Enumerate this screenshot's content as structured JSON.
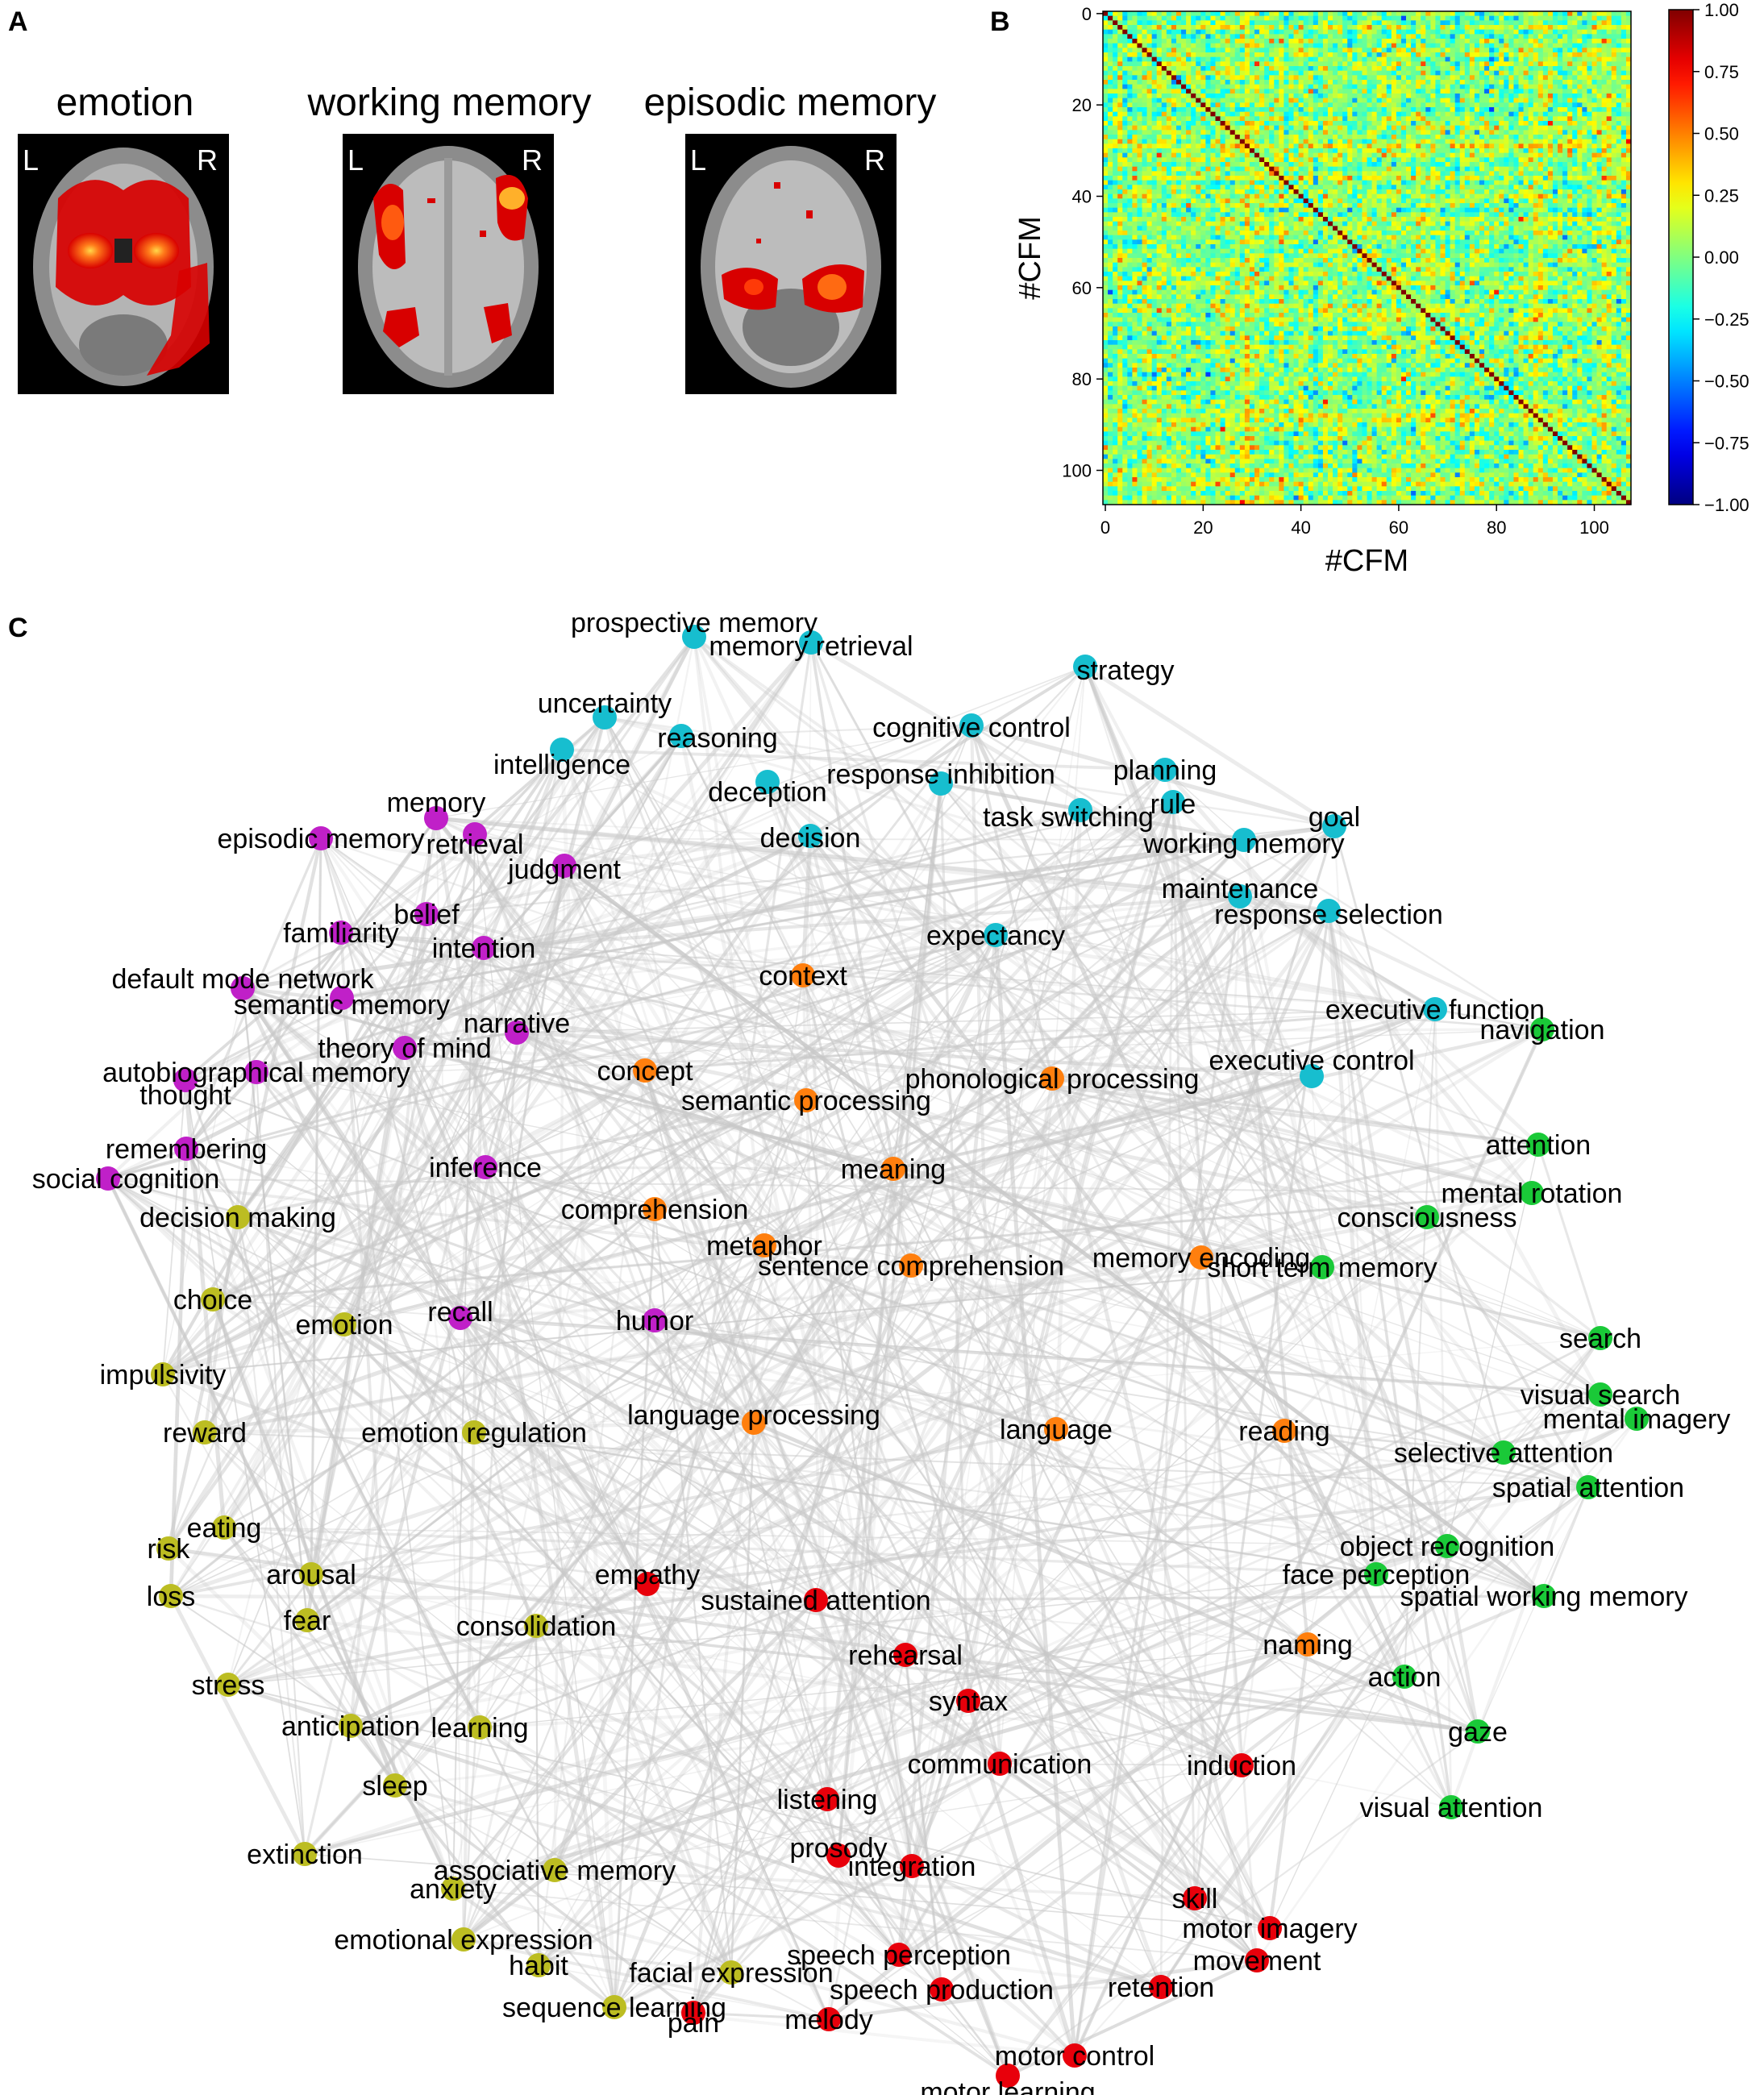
{
  "panels": {
    "a": "A",
    "b": "B",
    "c": "C"
  },
  "brains": [
    {
      "title": "emotion",
      "left": "L",
      "right": "R"
    },
    {
      "title": "working memory",
      "left": "L",
      "right": "R"
    },
    {
      "title": "episodic memory",
      "left": "L",
      "right": "R"
    }
  ],
  "chart_data": {
    "type": "heatmap",
    "description_axis_x": "#CFM",
    "xlabel": "#CFM",
    "ylabel": "#CFM",
    "size": 108,
    "xticks": [
      0,
      20,
      40,
      60,
      80,
      100
    ],
    "yticks": [
      0,
      20,
      40,
      60,
      80,
      100
    ],
    "colorbar": {
      "min": -1.0,
      "max": 1.0,
      "ticks": [
        "1.00",
        "0.75",
        "0.50",
        "0.25",
        "0.00",
        "−0.25",
        "−0.50",
        "−0.75",
        "−1.00"
      ],
      "colormap": "jet"
    },
    "diagonal_value": 1.0
  },
  "network": {
    "colors": {
      "cyan": "#17becf",
      "purple": "#c020c8",
      "orange": "#ff7f0e",
      "olive": "#bcbd22",
      "red": "#e8000b",
      "green": "#1ac938",
      "edge": "#c8c8c8"
    },
    "nodes": [
      {
        "label": "prospective memory",
        "group": "cyan"
      },
      {
        "label": "memory retrieval",
        "group": "cyan"
      },
      {
        "label": "strategy",
        "group": "cyan"
      },
      {
        "label": "uncertainty",
        "group": "cyan"
      },
      {
        "label": "reasoning",
        "group": "cyan"
      },
      {
        "label": "intelligence",
        "group": "cyan"
      },
      {
        "label": "cognitive control",
        "group": "cyan"
      },
      {
        "label": "response inhibition",
        "group": "cyan"
      },
      {
        "label": "deception",
        "group": "cyan"
      },
      {
        "label": "planning",
        "group": "cyan"
      },
      {
        "label": "rule",
        "group": "cyan"
      },
      {
        "label": "task switching",
        "group": "cyan"
      },
      {
        "label": "decision",
        "group": "cyan"
      },
      {
        "label": "goal",
        "group": "cyan"
      },
      {
        "label": "working memory",
        "group": "cyan"
      },
      {
        "label": "maintenance",
        "group": "cyan"
      },
      {
        "label": "response selection",
        "group": "cyan"
      },
      {
        "label": "expectancy",
        "group": "cyan"
      },
      {
        "label": "executive function",
        "group": "cyan"
      },
      {
        "label": "executive control",
        "group": "cyan"
      },
      {
        "label": "memory",
        "group": "purple"
      },
      {
        "label": "episodic memory",
        "group": "purple"
      },
      {
        "label": "retrieval",
        "group": "purple"
      },
      {
        "label": "judgment",
        "group": "purple"
      },
      {
        "label": "belief",
        "group": "purple"
      },
      {
        "label": "familiarity",
        "group": "purple"
      },
      {
        "label": "intention",
        "group": "purple"
      },
      {
        "label": "default mode network",
        "group": "purple"
      },
      {
        "label": "semantic memory",
        "group": "purple"
      },
      {
        "label": "narrative",
        "group": "purple"
      },
      {
        "label": "theory of mind",
        "group": "purple"
      },
      {
        "label": "autobiographical memory",
        "group": "purple"
      },
      {
        "label": "thought",
        "group": "purple"
      },
      {
        "label": "remembering",
        "group": "purple"
      },
      {
        "label": "social cognition",
        "group": "purple"
      },
      {
        "label": "inference",
        "group": "purple"
      },
      {
        "label": "recall",
        "group": "purple"
      },
      {
        "label": "humor",
        "group": "purple"
      },
      {
        "label": "context",
        "group": "orange"
      },
      {
        "label": "concept",
        "group": "orange"
      },
      {
        "label": "phonological processing",
        "group": "orange"
      },
      {
        "label": "semantic processing",
        "group": "orange"
      },
      {
        "label": "meaning",
        "group": "orange"
      },
      {
        "label": "comprehension",
        "group": "orange"
      },
      {
        "label": "metaphor",
        "group": "orange"
      },
      {
        "label": "sentence comprehension",
        "group": "orange"
      },
      {
        "label": "memory encoding",
        "group": "orange"
      },
      {
        "label": "language processing",
        "group": "orange"
      },
      {
        "label": "language",
        "group": "orange"
      },
      {
        "label": "reading",
        "group": "orange"
      },
      {
        "label": "naming",
        "group": "orange"
      },
      {
        "label": "decision making",
        "group": "olive"
      },
      {
        "label": "choice",
        "group": "olive"
      },
      {
        "label": "emotion",
        "group": "olive"
      },
      {
        "label": "impulsivity",
        "group": "olive"
      },
      {
        "label": "reward",
        "group": "olive"
      },
      {
        "label": "emotion regulation",
        "group": "olive"
      },
      {
        "label": "eating",
        "group": "olive"
      },
      {
        "label": "risk",
        "group": "olive"
      },
      {
        "label": "arousal",
        "group": "olive"
      },
      {
        "label": "loss",
        "group": "olive"
      },
      {
        "label": "fear",
        "group": "olive"
      },
      {
        "label": "consolidation",
        "group": "olive"
      },
      {
        "label": "stress",
        "group": "olive"
      },
      {
        "label": "anticipation",
        "group": "olive"
      },
      {
        "label": "learning",
        "group": "olive"
      },
      {
        "label": "sleep",
        "group": "olive"
      },
      {
        "label": "extinction",
        "group": "olive"
      },
      {
        "label": "associative memory",
        "group": "olive"
      },
      {
        "label": "anxiety",
        "group": "olive"
      },
      {
        "label": "emotional expression",
        "group": "olive"
      },
      {
        "label": "habit",
        "group": "olive"
      },
      {
        "label": "facial expression",
        "group": "olive"
      },
      {
        "label": "sequence learning",
        "group": "olive"
      },
      {
        "label": "empathy",
        "group": "red"
      },
      {
        "label": "sustained attention",
        "group": "red"
      },
      {
        "label": "rehearsal",
        "group": "red"
      },
      {
        "label": "syntax",
        "group": "red"
      },
      {
        "label": "communication",
        "group": "red"
      },
      {
        "label": "induction",
        "group": "red"
      },
      {
        "label": "listening",
        "group": "red"
      },
      {
        "label": "prosody",
        "group": "red"
      },
      {
        "label": "integration",
        "group": "red"
      },
      {
        "label": "skill",
        "group": "red"
      },
      {
        "label": "motor imagery",
        "group": "red"
      },
      {
        "label": "movement",
        "group": "red"
      },
      {
        "label": "speech perception",
        "group": "red"
      },
      {
        "label": "speech production",
        "group": "red"
      },
      {
        "label": "retention",
        "group": "red"
      },
      {
        "label": "pain",
        "group": "red"
      },
      {
        "label": "melody",
        "group": "red"
      },
      {
        "label": "motor control",
        "group": "red"
      },
      {
        "label": "motor learning",
        "group": "red"
      },
      {
        "label": "navigation",
        "group": "green"
      },
      {
        "label": "attention",
        "group": "green"
      },
      {
        "label": "mental rotation",
        "group": "green"
      },
      {
        "label": "consciousness",
        "group": "green"
      },
      {
        "label": "short term memory",
        "group": "green"
      },
      {
        "label": "search",
        "group": "green"
      },
      {
        "label": "visual search",
        "group": "green"
      },
      {
        "label": "mental imagery",
        "group": "green"
      },
      {
        "label": "selective attention",
        "group": "green"
      },
      {
        "label": "spatial attention",
        "group": "green"
      },
      {
        "label": "object recognition",
        "group": "green"
      },
      {
        "label": "face perception",
        "group": "green"
      },
      {
        "label": "spatial working memory",
        "group": "green"
      },
      {
        "label": "action",
        "group": "green"
      },
      {
        "label": "gaze",
        "group": "green"
      },
      {
        "label": "visual attention",
        "group": "green"
      }
    ]
  }
}
